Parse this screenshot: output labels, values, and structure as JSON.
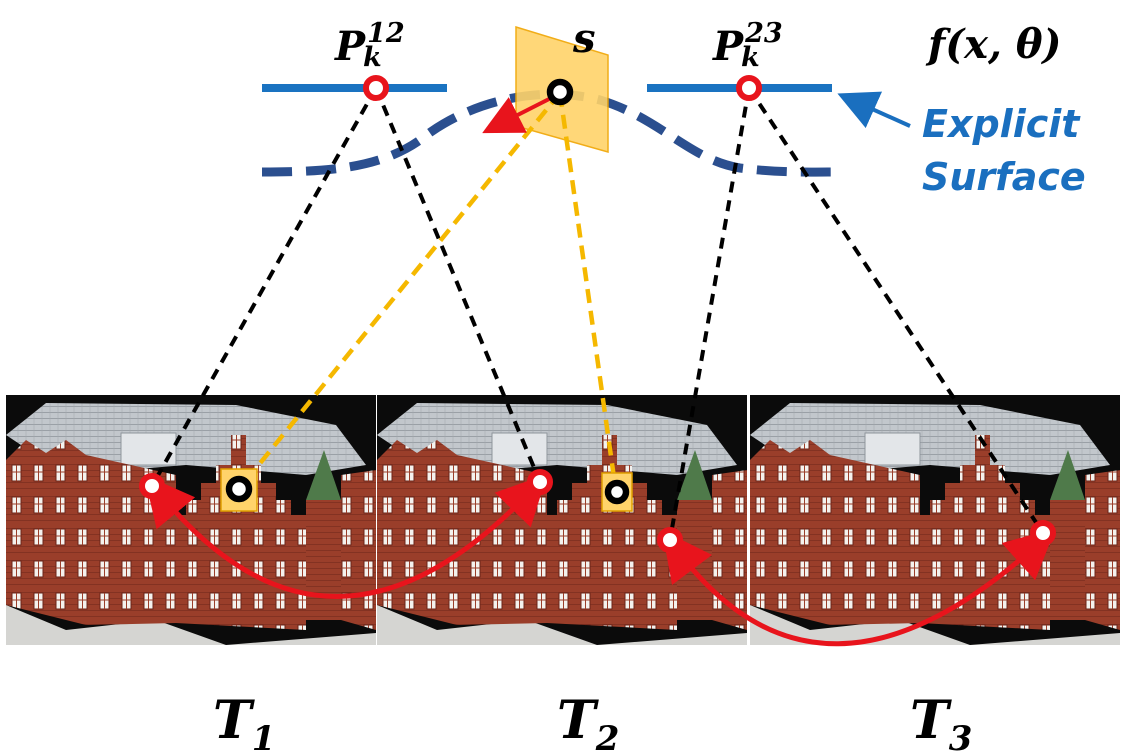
{
  "labels": {
    "p12_main": "P",
    "p12_sub": "k",
    "p12_sup": "12",
    "s_label": "s",
    "p23_main": "P",
    "p23_sub": "k",
    "p23_sup": "23",
    "f_label": "f(x, θ)",
    "explicit_line1": "Explicit",
    "explicit_line2": "Surface",
    "t1_main": "T",
    "t1_sub": "1",
    "t2_main": "T",
    "t2_sub": "2",
    "t3_main": "T",
    "t3_sub": "3"
  },
  "colors": {
    "solid_blue": "#1a73c1",
    "dashed_blue": "#2b4f8f",
    "label_blue": "#1a6fbf",
    "red": "#e8141c",
    "orange_dash": "#f5b800",
    "patch_fill": "#ffd36a",
    "black": "#000000",
    "brick": "#9a3e2a",
    "roof": "#b9bec4"
  },
  "icons": {
    "keypoint": "red-ring-icon",
    "sample": "black-ring-icon",
    "patch": "yellow-patch-icon",
    "building": "building-photo-icon"
  }
}
